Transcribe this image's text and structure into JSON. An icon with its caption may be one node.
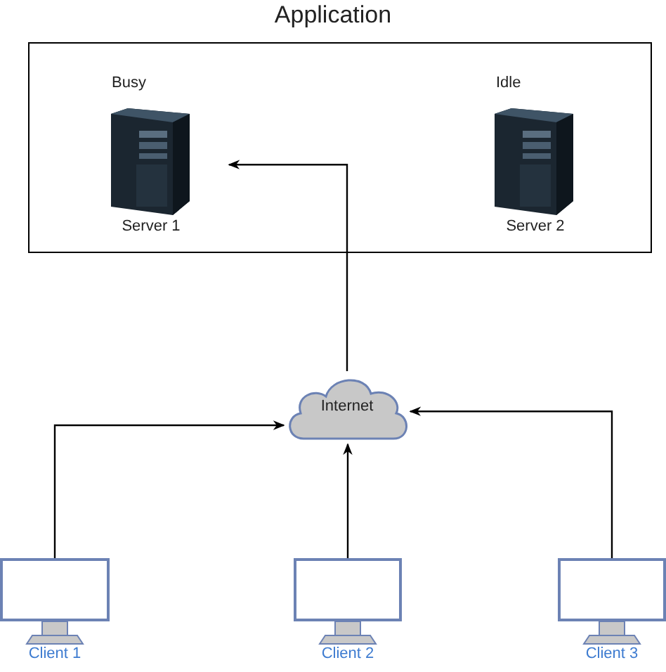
{
  "diagram": {
    "nodes": [
      {
        "text": [
          "Application"
        ]
      },
      {
        "text": [
          "Busy",
          "Server 1"
        ],
        "in": 0
      },
      {
        "text": [
          "Idle",
          "Server 2"
        ],
        "in": 0
      },
      {
        "text": [
          "Internet"
        ]
      },
      {
        "text": [
          "Client 1"
        ]
      },
      {
        "text": [
          "Client 2"
        ]
      },
      {
        "text": [
          "Client 3"
        ]
      }
    ],
    "edges": [
      {
        "from": 3,
        "to": 1,
        "arrow": "to"
      },
      {
        "from": 4,
        "to": 3,
        "arrow": "to"
      },
      {
        "from": 5,
        "to": 3,
        "arrow": "to"
      },
      {
        "from": 6,
        "to": 3,
        "arrow": "to"
      }
    ]
  }
}
